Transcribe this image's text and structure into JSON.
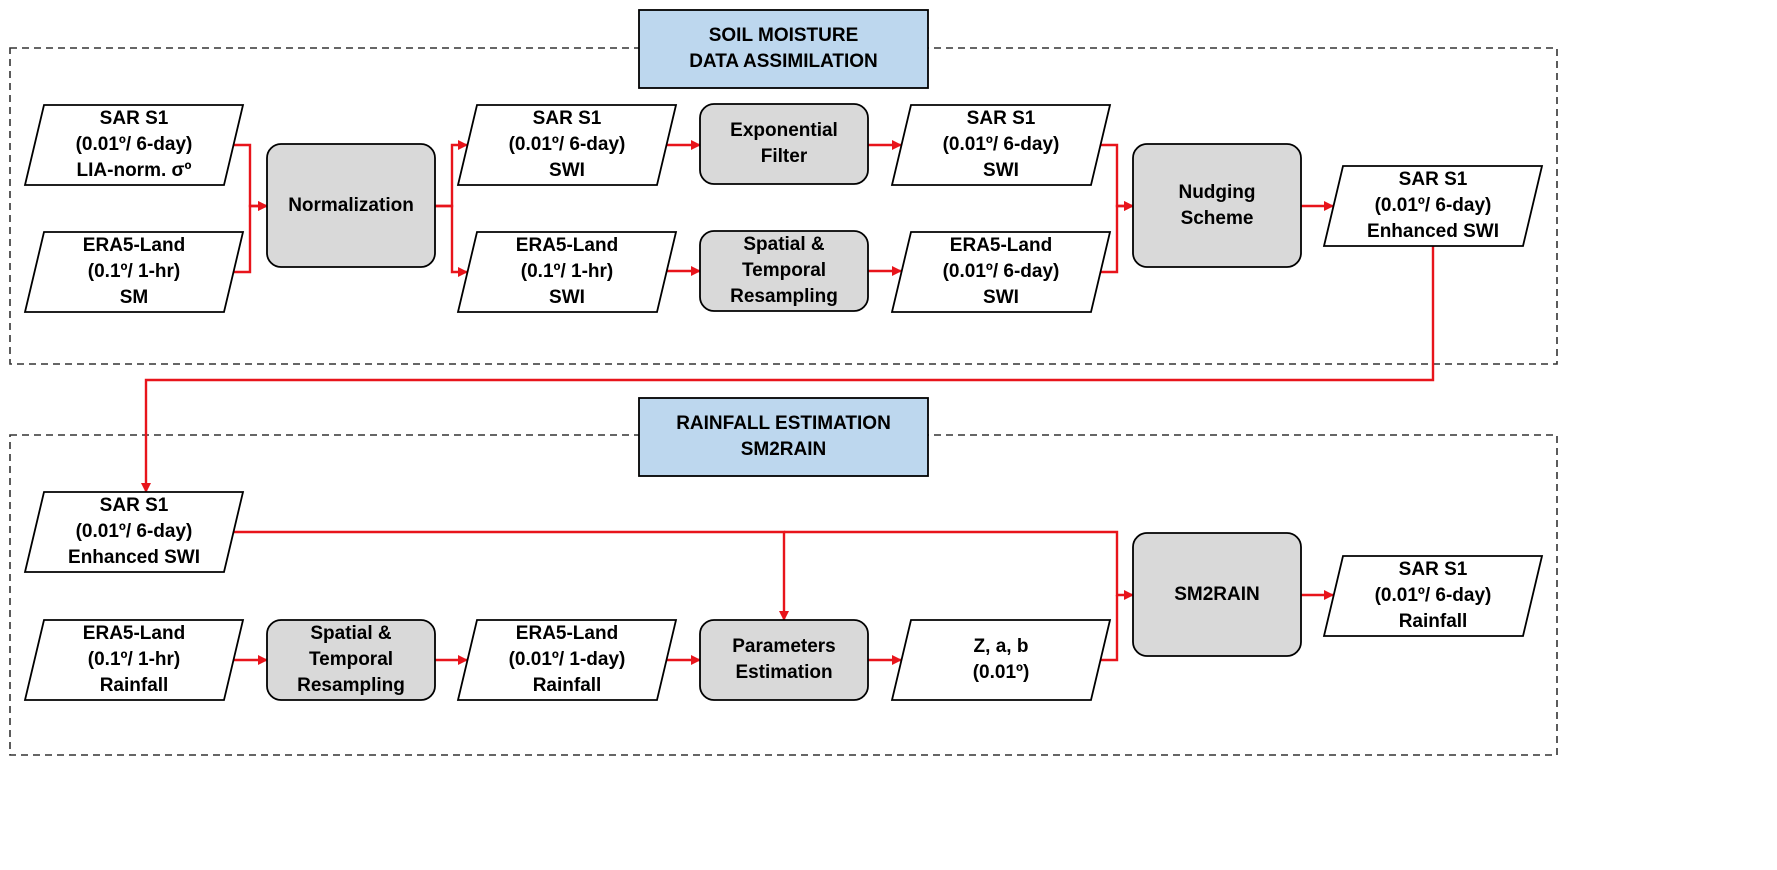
{
  "sections": [
    {
      "key": "soil_moisture",
      "title_lines": [
        "SOIL MOISTURE",
        "DATA ASSIMILATION"
      ]
    },
    {
      "key": "rainfall",
      "title_lines": [
        "RAINFALL ESTIMATION",
        "SM2RAIN"
      ]
    }
  ],
  "nodes": {
    "sar_lia": {
      "shape": "data",
      "lines": [
        "SAR S1",
        "(0.01º/ 6-day)",
        "LIA-norm. σº"
      ]
    },
    "era5_sm": {
      "shape": "data",
      "lines": [
        "ERA5-Land",
        "(0.1º/ 1-hr)",
        "SM"
      ]
    },
    "normalization": {
      "shape": "process",
      "lines": [
        "Normalization"
      ]
    },
    "sar_swi_1": {
      "shape": "data",
      "lines": [
        "SAR S1",
        "(0.01º/ 6-day)",
        "SWI"
      ]
    },
    "era5_swi_1": {
      "shape": "data",
      "lines": [
        "ERA5-Land",
        "(0.1º/ 1-hr)",
        "SWI"
      ]
    },
    "exp_filter": {
      "shape": "process",
      "lines": [
        "Exponential",
        "Filter"
      ]
    },
    "resampling_1": {
      "shape": "process",
      "lines": [
        "Spatial &",
        "Temporal",
        "Resampling"
      ]
    },
    "sar_swi_2": {
      "shape": "data",
      "lines": [
        "SAR S1",
        "(0.01º/ 6-day)",
        "SWI"
      ]
    },
    "era5_swi_2": {
      "shape": "data",
      "lines": [
        "ERA5-Land",
        "(0.01º/ 6-day)",
        "SWI"
      ]
    },
    "nudging": {
      "shape": "process",
      "lines": [
        "Nudging",
        "Scheme"
      ]
    },
    "sar_enh_1": {
      "shape": "data",
      "lines": [
        "SAR S1",
        "(0.01º/ 6-day)",
        "Enhanced SWI"
      ]
    },
    "sar_enh_2": {
      "shape": "data",
      "lines": [
        "SAR S1",
        "(0.01º/ 6-day)",
        "Enhanced SWI"
      ]
    },
    "era5_rain_1": {
      "shape": "data",
      "lines": [
        "ERA5-Land",
        "(0.1º/ 1-hr)",
        "Rainfall"
      ]
    },
    "resampling_2": {
      "shape": "process",
      "lines": [
        "Spatial &",
        "Temporal",
        "Resampling"
      ]
    },
    "era5_rain_2": {
      "shape": "data",
      "lines": [
        "ERA5-Land",
        "(0.01º/ 1-day)",
        "Rainfall"
      ]
    },
    "param_est": {
      "shape": "process",
      "lines": [
        "Parameters",
        "Estimation"
      ]
    },
    "zab": {
      "shape": "data",
      "lines": [
        "Z, a, b",
        "(0.01º)"
      ]
    },
    "sm2rain": {
      "shape": "process",
      "lines": [
        "SM2RAIN"
      ]
    },
    "sar_rainfall": {
      "shape": "data",
      "lines": [
        "SAR S1",
        "(0.01º/ 6-day)",
        "Rainfall"
      ]
    }
  },
  "edges": [
    {
      "from": "sar_lia",
      "to": "normalization"
    },
    {
      "from": "era5_sm",
      "to": "normalization"
    },
    {
      "from": "normalization",
      "to": "sar_swi_1"
    },
    {
      "from": "normalization",
      "to": "era5_swi_1"
    },
    {
      "from": "sar_swi_1",
      "to": "exp_filter"
    },
    {
      "from": "exp_filter",
      "to": "sar_swi_2"
    },
    {
      "from": "era5_swi_1",
      "to": "resampling_1"
    },
    {
      "from": "resampling_1",
      "to": "era5_swi_2"
    },
    {
      "from": "sar_swi_2",
      "to": "nudging"
    },
    {
      "from": "era5_swi_2",
      "to": "nudging"
    },
    {
      "from": "nudging",
      "to": "sar_enh_1"
    },
    {
      "from": "sar_enh_1",
      "to": "sar_enh_2"
    },
    {
      "from": "sar_enh_2",
      "to": "param_est"
    },
    {
      "from": "sar_enh_2",
      "to": "sm2rain"
    },
    {
      "from": "era5_rain_1",
      "to": "resampling_2"
    },
    {
      "from": "resampling_2",
      "to": "era5_rain_2"
    },
    {
      "from": "era5_rain_2",
      "to": "param_est"
    },
    {
      "from": "param_est",
      "to": "zab"
    },
    {
      "from": "zab",
      "to": "sm2rain"
    },
    {
      "from": "sm2rain",
      "to": "sar_rainfall"
    }
  ],
  "colors": {
    "arrow": "#e8141b",
    "process_fill": "#d9d9d9",
    "title_fill": "#bdd7ee",
    "data_fill": "#ffffff",
    "border": "#000000",
    "dashed_border": "#333333"
  }
}
